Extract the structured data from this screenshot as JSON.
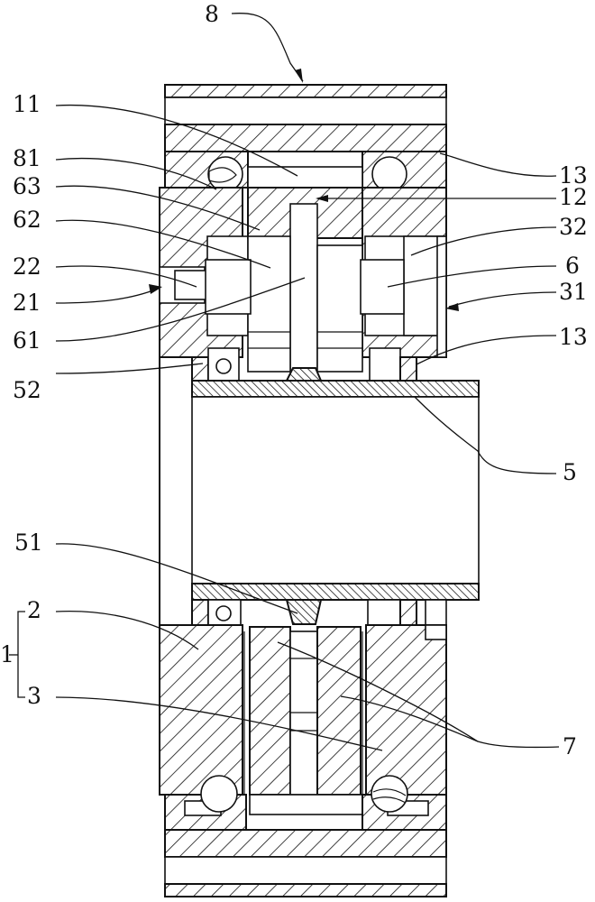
{
  "figure": {
    "type": "mechanical cross-section",
    "colors": {
      "line": "#111111",
      "background": "#ffffff"
    }
  },
  "labels": {
    "l8": "8",
    "l11": "11",
    "l81": "81",
    "l63": "63",
    "l62": "62",
    "l22": "22",
    "l21": "21",
    "l61": "61",
    "l52": "52",
    "l13a": "13",
    "l12": "12",
    "l32": "32",
    "l6": "6",
    "l31": "31",
    "l13b": "13",
    "l5": "5",
    "l51": "51",
    "l1": "1",
    "l2": "2",
    "l3": "3",
    "l7": "7"
  }
}
